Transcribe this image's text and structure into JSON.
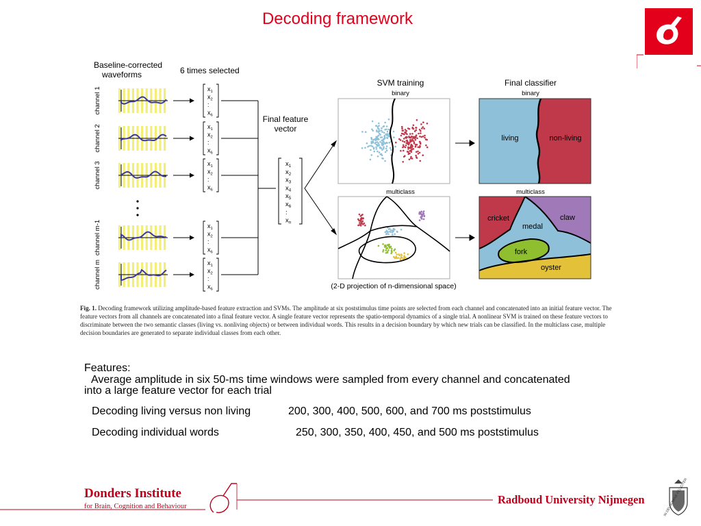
{
  "title": "Decoding framework",
  "figure": {
    "baseline_label_1": "Baseline-corrected",
    "baseline_label_2": "waveforms",
    "times_selected": "6 times selected",
    "channels": [
      "channel 1",
      "channel 2",
      "channel 3",
      "channel m-1",
      "channel m"
    ],
    "vector_entries": [
      "x1",
      "x2",
      ":",
      "x6"
    ],
    "final_feature_label_1": "Final feature",
    "final_feature_label_2": "vector",
    "final_vector_entries": [
      "x1",
      "x2",
      "x3",
      "x4",
      "x5",
      "x6",
      ":",
      "xn"
    ],
    "svm_training": "SVM training",
    "binary": "binary",
    "multiclass": "multiclass",
    "final_classifier": "Final classifier",
    "binary_classes": [
      "living",
      "non-living"
    ],
    "multi_classes": [
      "cricket",
      "claw",
      "medal",
      "fork",
      "oyster"
    ],
    "projection_label": "(2-D projection of n-dimensional space)",
    "colors": {
      "living_blue": "#8ec1d9",
      "nonliving_red": "#c0394b",
      "fork_green": "#8fbf2f",
      "oyster_yellow": "#e3c23a",
      "claw_purple": "#a07ab8",
      "wave_blue": "#3a3a9a",
      "window_yellow": "#f2ee78"
    }
  },
  "caption": {
    "label": "Fig. 1.",
    "text": "Decoding framework utilizing amplitude-based feature extraction and SVMs. The amplitude at six poststimulus time points are selected from each channel and concatenated into an initial feature vector. The feature vectors from all channels are concatenated into a final feature vector. A single feature vector represents the spatio-temporal dynamics of a single trial. A nonlinear SVM is trained on these feature vectors to discriminate between the two semantic classes (living vs. nonliving objects) or between individual words. This results in a decision boundary by which new trials can be classified. In the multiclass case, multiple decision boundaries are generated to separate individual classes from each other."
  },
  "features": {
    "heading": "Features:",
    "line1": "Average amplitude in six 50-ms time windows were sampled from every channel and concatenated",
    "line2": "into a large feature vector for each trial",
    "row1_label": "Decoding  living  versus  non living",
    "row1_value": "200, 300, 400, 500, 600, and 700 ms poststimulus",
    "row2_label": "Decoding individual words",
    "row2_value": "250, 300, 350, 400, 450, and 500 ms poststimulus"
  },
  "footer": {
    "left_name": "Donders Institute",
    "left_sub": "for Brain, Cognition and Behaviour",
    "right_name": "Radboud University Nijmegen",
    "seal_text": "IN DEI NOMINE FELICITER",
    "accent": "#c0001a"
  }
}
